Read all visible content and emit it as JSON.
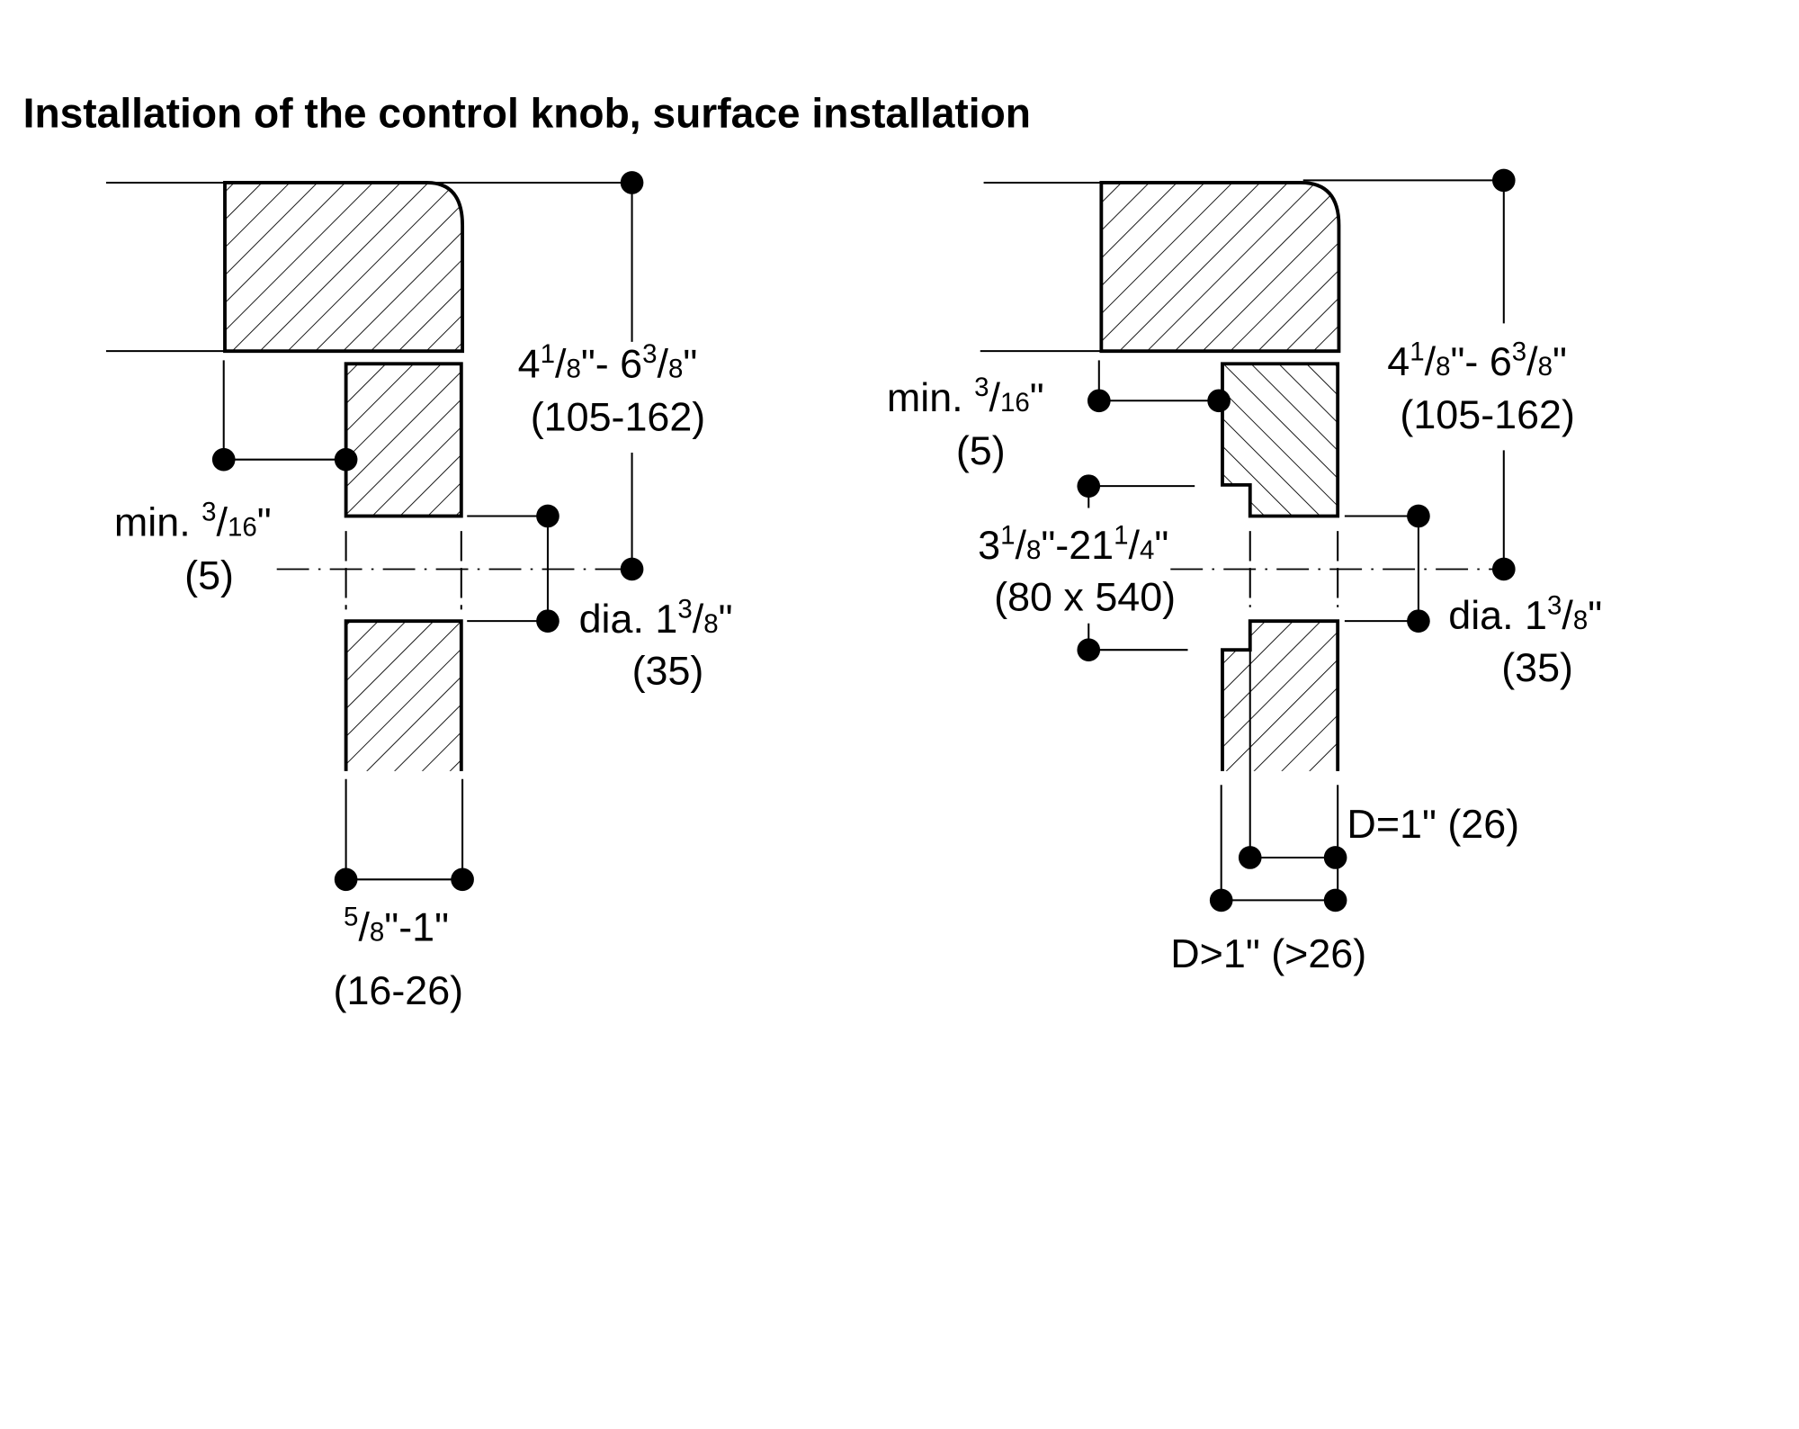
{
  "title": "Installation of the control knob, surface installation",
  "left_diagram": {
    "height_label": [
      [
        "4",
        "n"
      ],
      [
        "1",
        "sup"
      ],
      [
        "/",
        "n"
      ],
      [
        "8",
        "sm"
      ],
      [
        "\"- 6",
        "n"
      ],
      [
        "3",
        "sup"
      ],
      [
        "/",
        "n"
      ],
      [
        "8",
        "sm"
      ],
      [
        "\"",
        "n"
      ]
    ],
    "height_metric": "(105-162)",
    "min_label": [
      [
        "min. ",
        "n"
      ],
      [
        "3",
        "sup"
      ],
      [
        "/",
        "n"
      ],
      [
        "16",
        "sm"
      ],
      [
        "\"",
        "n"
      ]
    ],
    "min_metric": "(5)",
    "dia_label": [
      [
        "dia. 1",
        "n"
      ],
      [
        "3",
        "sup"
      ],
      [
        "/",
        "n"
      ],
      [
        "8",
        "sm"
      ],
      [
        "\"",
        "n"
      ]
    ],
    "dia_metric": "(35)",
    "thickness_label": [
      [
        "5",
        "sup"
      ],
      [
        "/",
        "n"
      ],
      [
        "8",
        "sm"
      ],
      [
        "\"-1\"",
        "n"
      ]
    ],
    "thickness_metric": "(16-26)"
  },
  "right_diagram": {
    "height_label": [
      [
        "4",
        "n"
      ],
      [
        "1",
        "sup"
      ],
      [
        "/",
        "n"
      ],
      [
        "8",
        "sm"
      ],
      [
        "\"- 6",
        "n"
      ],
      [
        "3",
        "sup"
      ],
      [
        "/",
        "n"
      ],
      [
        "8",
        "sm"
      ],
      [
        "\"",
        "n"
      ]
    ],
    "height_metric": "(105-162)",
    "min_label": [
      [
        "min. ",
        "n"
      ],
      [
        "3",
        "sup"
      ],
      [
        "/",
        "n"
      ],
      [
        "16",
        "sm"
      ],
      [
        "\"",
        "n"
      ]
    ],
    "min_metric": "(5)",
    "recess_label": [
      [
        "3",
        "n"
      ],
      [
        "1",
        "sup"
      ],
      [
        "/",
        "n"
      ],
      [
        "8",
        "sm"
      ],
      [
        "\"-21",
        "n"
      ],
      [
        "1",
        "sup"
      ],
      [
        "/",
        "n"
      ],
      [
        "4",
        "sm"
      ],
      [
        "\"",
        "n"
      ]
    ],
    "recess_metric": "(80 x 540)",
    "dia_label": [
      [
        "dia. 1",
        "n"
      ],
      [
        "3",
        "sup"
      ],
      [
        "/",
        "n"
      ],
      [
        "8",
        "sm"
      ],
      [
        "\"",
        "n"
      ]
    ],
    "dia_metric": "(35)",
    "d_equal_label": "D=1\" (26)",
    "d_greater_label": "D>1\" (>26)"
  }
}
